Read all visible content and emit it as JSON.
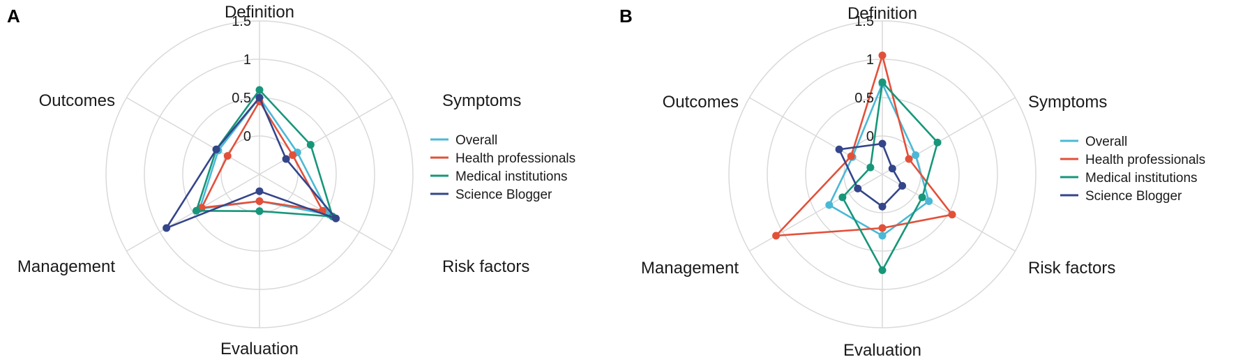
{
  "colors": {
    "overall": "#4BB8D6",
    "health": "#E2503A",
    "medical": "#17967A",
    "blogger": "#34458A",
    "grid": "#d9d9d9"
  },
  "chart_data": [
    {
      "type": "radar",
      "panel": "A",
      "axes": [
        "Definition",
        "Symptoms",
        "Risk factors",
        "Evaluation",
        "Management",
        "Outcomes"
      ],
      "rticks": [
        "0",
        "0.5",
        "1",
        "1.5"
      ],
      "rlim": [
        -0.5,
        1.5
      ],
      "grid": true,
      "legend_position": "right",
      "series": [
        {
          "name": "Overall",
          "color_key": "overall",
          "values": [
            0.5,
            0.07,
            0.55,
            -0.15,
            0.4,
            0.12
          ]
        },
        {
          "name": "Health professionals",
          "color_key": "health",
          "values": [
            0.45,
            0.0,
            0.45,
            -0.15,
            0.37,
            -0.02
          ]
        },
        {
          "name": "Medical institutions",
          "color_key": "medical",
          "values": [
            0.6,
            0.27,
            0.6,
            -0.02,
            0.45,
            0.15
          ]
        },
        {
          "name": "Science Blogger",
          "color_key": "blogger",
          "values": [
            0.5,
            -0.1,
            0.65,
            -0.28,
            0.9,
            0.15
          ]
        }
      ]
    },
    {
      "type": "radar",
      "panel": "B",
      "axes": [
        "Definition",
        "Symptoms",
        "Risk factors",
        "Evaluation",
        "Management",
        "Outcomes"
      ],
      "rticks": [
        "0",
        "0.5",
        "1",
        "1.5"
      ],
      "rlim": [
        -0.5,
        1.5
      ],
      "grid": true,
      "legend_position": "right",
      "series": [
        {
          "name": "Overall",
          "color_key": "overall",
          "values": [
            0.68,
            0.0,
            0.2,
            0.3,
            0.3,
            -0.05
          ]
        },
        {
          "name": "Health professionals",
          "color_key": "health",
          "values": [
            1.05,
            -0.1,
            0.55,
            0.2,
            1.1,
            -0.03
          ]
        },
        {
          "name": "Medical institutions",
          "color_key": "medical",
          "values": [
            0.7,
            0.33,
            0.1,
            0.75,
            0.1,
            -0.32
          ]
        },
        {
          "name": "Science Blogger",
          "color_key": "blogger",
          "values": [
            -0.1,
            -0.35,
            -0.2,
            -0.08,
            -0.13,
            0.15
          ]
        }
      ]
    }
  ]
}
